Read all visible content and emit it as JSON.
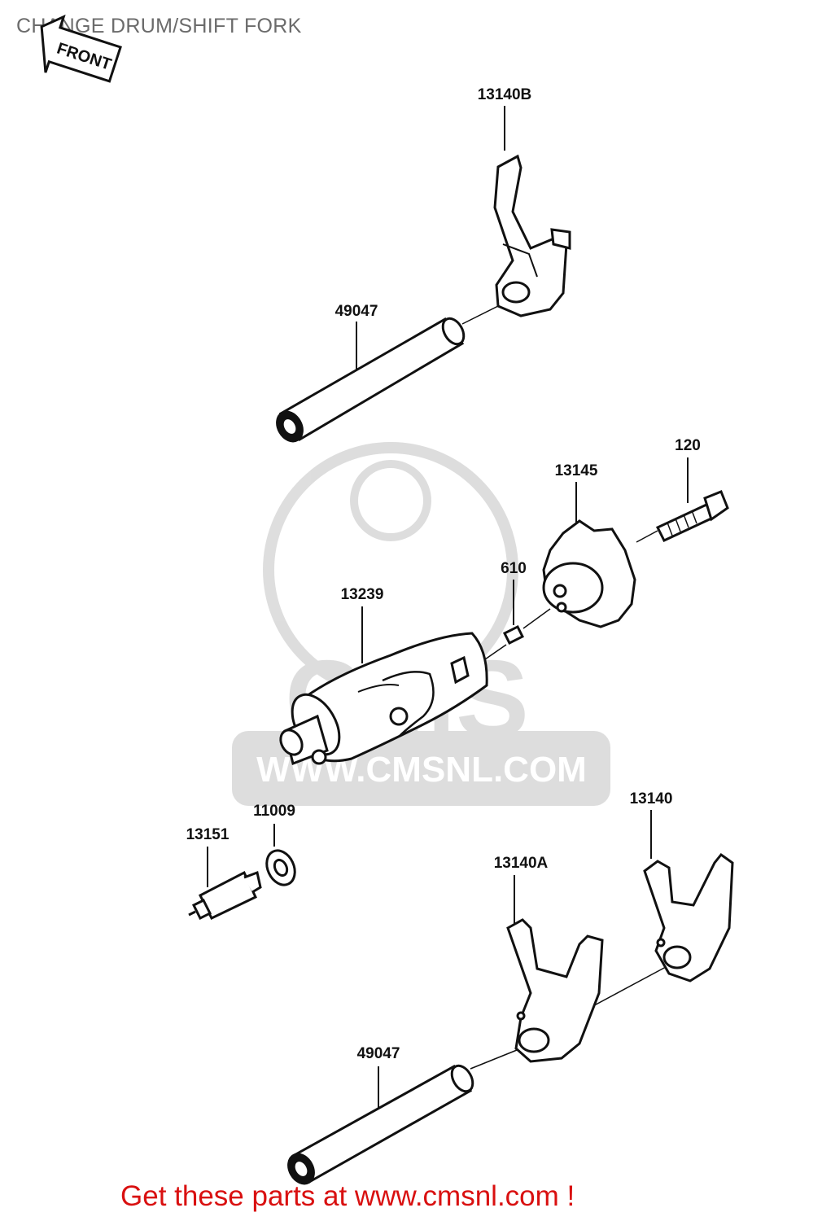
{
  "title": "CHANGE DRUM/SHIFT FORK",
  "front_marker": "FRONT",
  "watermark": {
    "logo_text": "CMS",
    "url_text": "WWW.CMSNL.COM"
  },
  "parts": [
    {
      "id": "fork-13140b",
      "number": "13140B"
    },
    {
      "id": "shaft-upper",
      "number": "49047"
    },
    {
      "id": "bolt",
      "number": "120"
    },
    {
      "id": "plate",
      "number": "13145"
    },
    {
      "id": "pin",
      "number": "610"
    },
    {
      "id": "drum",
      "number": "13239"
    },
    {
      "id": "switch",
      "number": "13151"
    },
    {
      "id": "washer",
      "number": "11009"
    },
    {
      "id": "fork-13140",
      "number": "13140"
    },
    {
      "id": "fork-13140a",
      "number": "13140A"
    },
    {
      "id": "shaft-lower",
      "number": "49047"
    }
  ],
  "footer_link": "Get these parts at www.cmsnl.com !"
}
